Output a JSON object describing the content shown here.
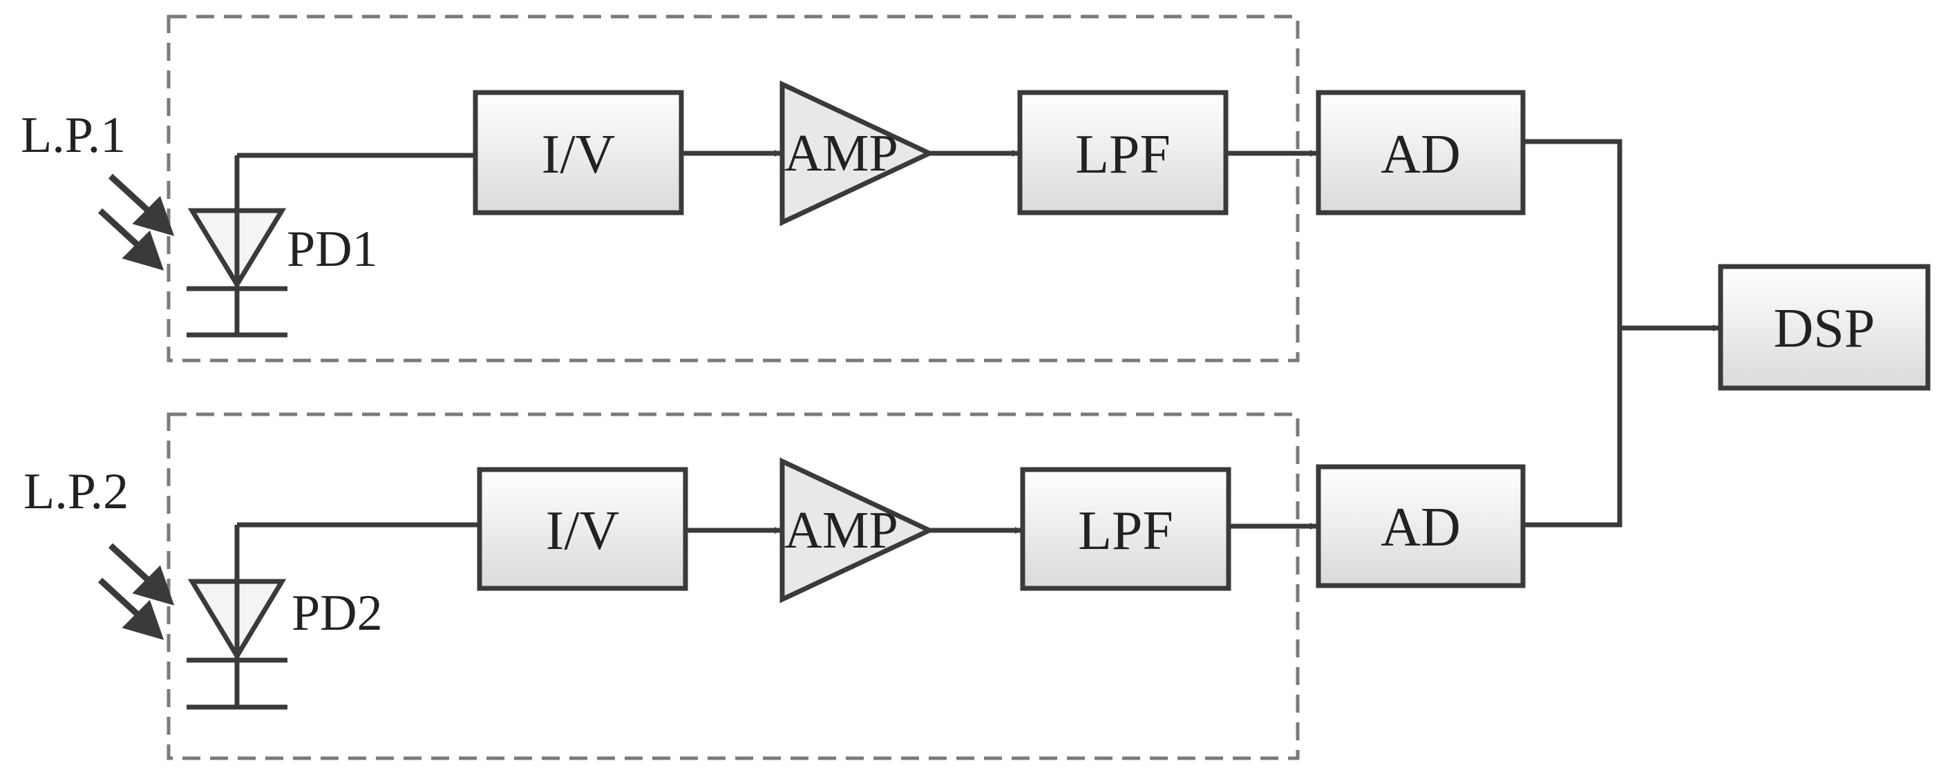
{
  "channels": [
    {
      "light_label": "L.P.1",
      "photodiode_label": "PD1",
      "iv_label": "I/V",
      "amp_label": "AMP",
      "lpf_label": "LPF",
      "ad_label": "AD"
    },
    {
      "light_label": "L.P.2",
      "photodiode_label": "PD2",
      "iv_label": "I/V",
      "amp_label": "AMP",
      "lpf_label": "LPF",
      "ad_label": "AD"
    }
  ],
  "dsp_label": "DSP",
  "colors": {
    "line": "#3a3a3a",
    "box_fill_top": "#ffffff",
    "box_fill_bottom": "#dcdcdc",
    "dashed_border": "#7a7a7a",
    "text": "#222222"
  }
}
